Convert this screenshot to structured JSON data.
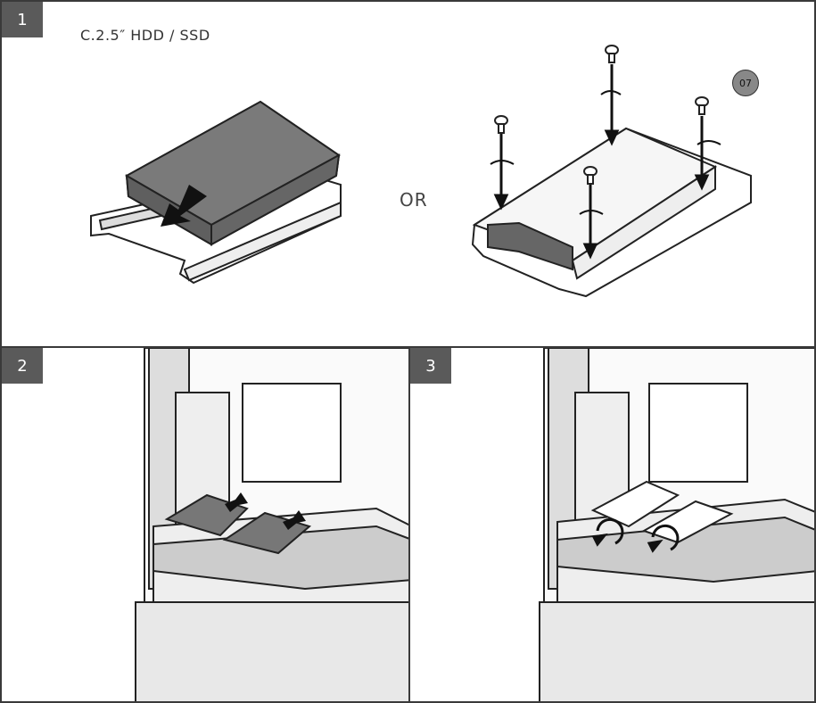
{
  "steps": {
    "step1": {
      "number": "1",
      "caption": "C.2.5″ HDD / SSD",
      "or_label": "OR",
      "callout": "07"
    },
    "step2": {
      "number": "2"
    },
    "step3": {
      "number": "3"
    }
  },
  "colors": {
    "frame": "#3a3a3a",
    "badge": "#5a5a5a",
    "drive": "#7a7a7a",
    "line": "#222222"
  }
}
